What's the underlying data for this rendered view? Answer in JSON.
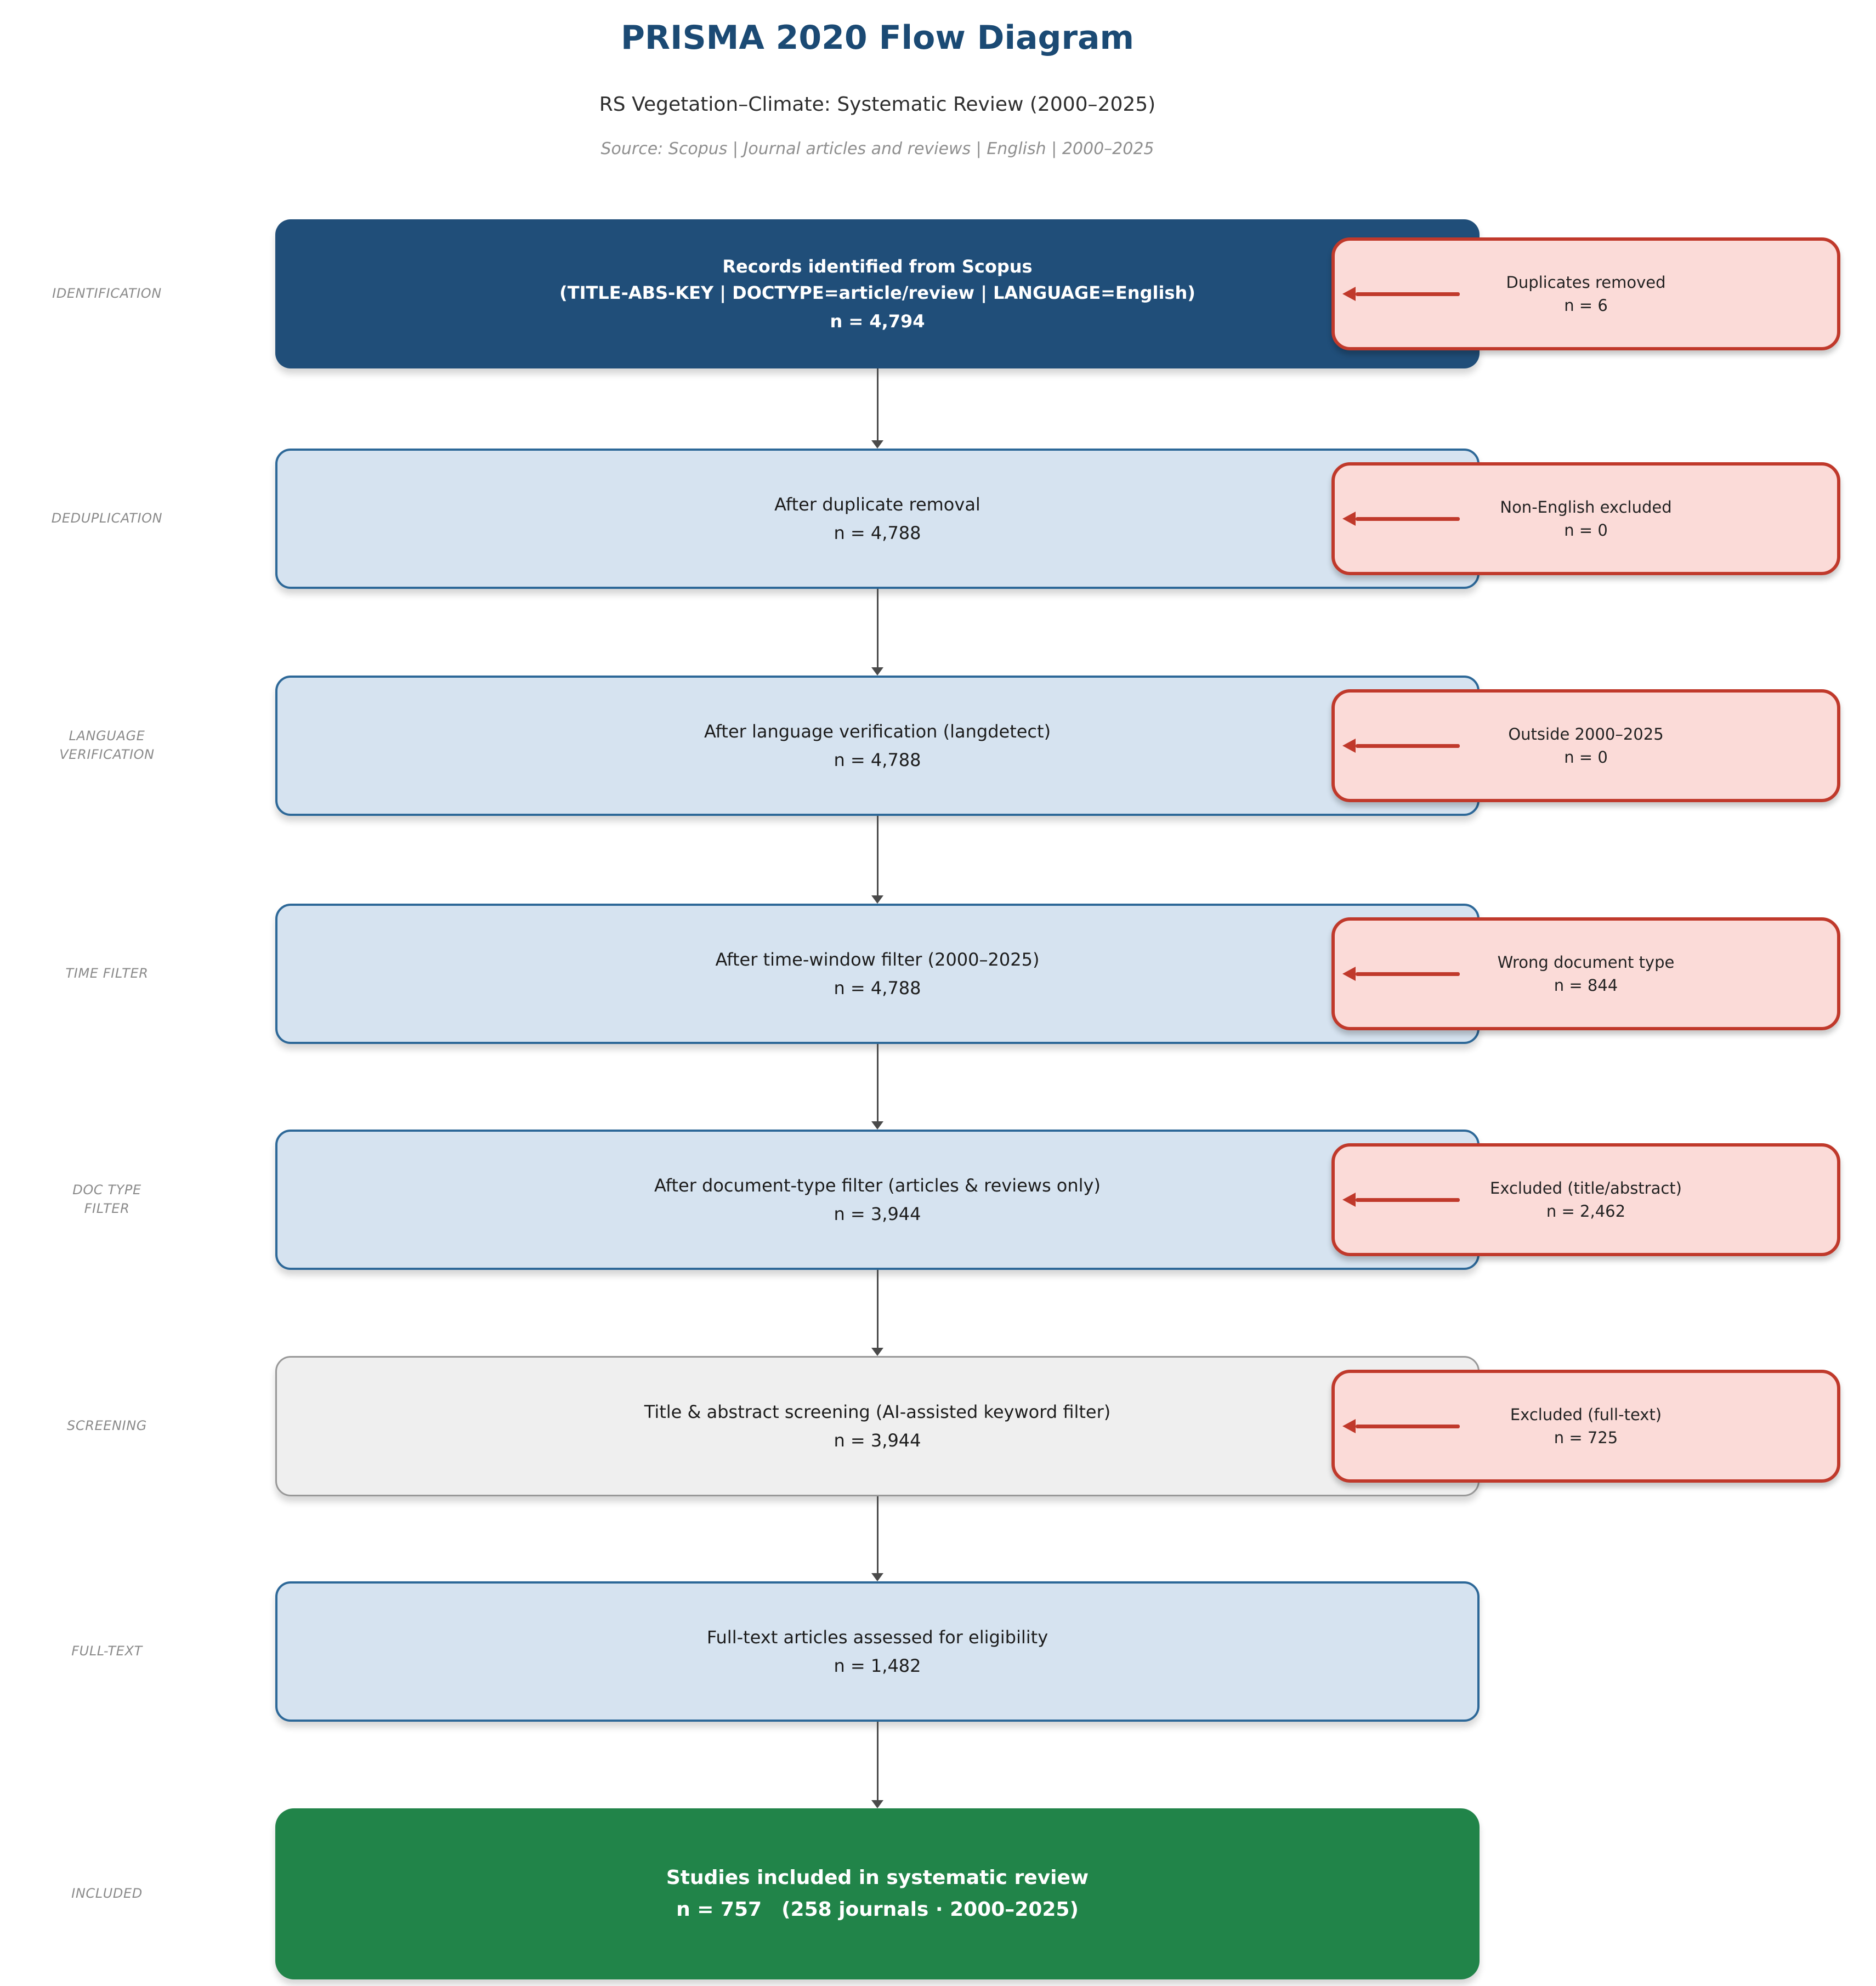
{
  "header": {
    "title": "PRISMA 2020 Flow Diagram",
    "subtitle": "RS Vegetation–Climate: Systematic Review (2000–2025)",
    "source_line": "Source: Scopus | Journal articles and reviews | English | 2000–2025"
  },
  "colors": {
    "title_blue": "#1B4A74",
    "identification_box_blue": "#204E79",
    "process_box_fill": "#D6E3F0",
    "process_box_border": "#2D6898",
    "screening_box_fill": "#EFEFEF",
    "screening_box_border": "#989898",
    "included_box_green": "#218449",
    "exclusion_fill": "#FBDBD8",
    "exclusion_red": "#C0392B",
    "connector_gray": "#4A4A4A",
    "stage_label_gray": "#8A8A8A"
  },
  "rows": [
    {
      "stage_label": "IDENTIFICATION",
      "box": {
        "line1": "Records identified from Scopus",
        "line2": "(TITLE-ABS-KEY | DOCTYPE=article/review | LANGUAGE=English)",
        "n": "n = 4,794"
      },
      "exclusion": {
        "label": "Duplicates removed",
        "n": "n = 6"
      }
    },
    {
      "stage_label": "DEDUPLICATION",
      "box": {
        "line1": "After duplicate removal",
        "line2": "",
        "n": "n = 4,788"
      },
      "exclusion": {
        "label": "Non-English excluded",
        "n": "n = 0"
      }
    },
    {
      "stage_label": "LANGUAGE\nVERIFICATION",
      "box": {
        "line1": "After language verification (langdetect)",
        "line2": "",
        "n": "n = 4,788"
      },
      "exclusion": {
        "label": "Outside 2000–2025",
        "n": "n = 0"
      }
    },
    {
      "stage_label": "TIME FILTER",
      "box": {
        "line1": "After time-window filter (2000–2025)",
        "line2": "",
        "n": "n = 4,788"
      },
      "exclusion": {
        "label": "Wrong document type",
        "n": "n = 844"
      }
    },
    {
      "stage_label": "DOC TYPE\nFILTER",
      "box": {
        "line1": "After document-type filter (articles & reviews only)",
        "line2": "",
        "n": "n = 3,944"
      },
      "exclusion": {
        "label": "Excluded (title/abstract)",
        "n": "n = 2,462"
      }
    },
    {
      "stage_label": "SCREENING",
      "box": {
        "line1": "Title & abstract screening (AI-assisted keyword filter)",
        "line2": "",
        "n": "n = 3,944"
      },
      "exclusion": {
        "label": "Excluded (full-text)",
        "n": "n = 725"
      }
    },
    {
      "stage_label": "FULL-TEXT",
      "box": {
        "line1": "Full-text articles assessed for eligibility",
        "line2": "",
        "n": "n = 1,482"
      }
    },
    {
      "stage_label": "INCLUDED",
      "box": {
        "line1": "Studies included in systematic review",
        "line2": "",
        "n": "n = 757  (258 journals · 2000–2025)"
      }
    }
  ]
}
